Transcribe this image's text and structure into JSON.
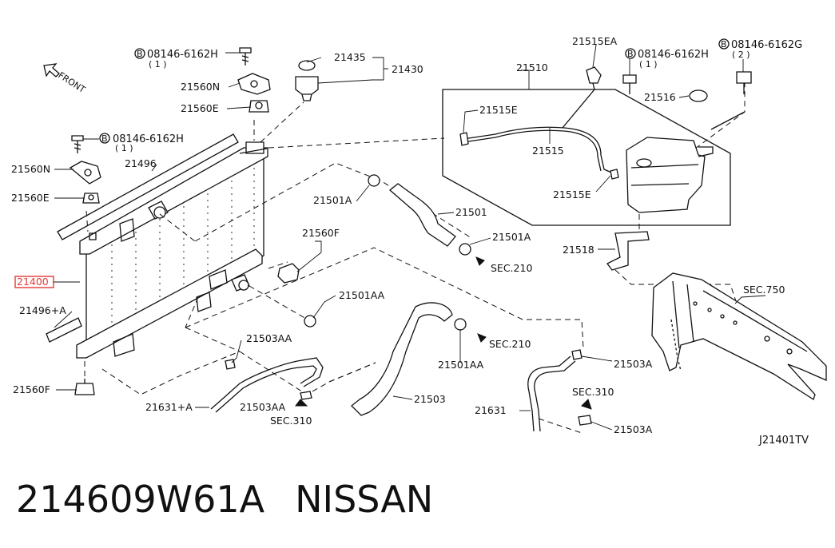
{
  "callouts": [
    {
      "id": "p21400",
      "text": "21400",
      "highlight": true
    },
    {
      "id": "p21496",
      "text": "21496"
    },
    {
      "id": "p21496a",
      "text": "21496+A"
    },
    {
      "id": "p21560n_l",
      "text": "21560N"
    },
    {
      "id": "p21560e_l",
      "text": "21560E"
    },
    {
      "id": "p21560f_l",
      "text": "21560F"
    },
    {
      "id": "p21560n_t",
      "text": "21560N"
    },
    {
      "id": "p21560e_t",
      "text": "21560E"
    },
    {
      "id": "p21560f_m",
      "text": "21560F"
    },
    {
      "id": "p21435",
      "text": "21435"
    },
    {
      "id": "p21430",
      "text": "21430"
    },
    {
      "id": "p21501a_t",
      "text": "21501A"
    },
    {
      "id": "p21501",
      "text": "21501"
    },
    {
      "id": "p21501a_m",
      "text": "21501A"
    },
    {
      "id": "p21501aa_t",
      "text": "21501AA"
    },
    {
      "id": "p21501aa_b",
      "text": "21501AA"
    },
    {
      "id": "p21503",
      "text": "21503"
    },
    {
      "id": "p21503aa_t",
      "text": "21503AA"
    },
    {
      "id": "p21503aa_b",
      "text": "21503AA"
    },
    {
      "id": "p21631a",
      "text": "21631+A"
    },
    {
      "id": "p21631",
      "text": "21631"
    },
    {
      "id": "p21503a_t",
      "text": "21503A"
    },
    {
      "id": "p21503a_b",
      "text": "21503A"
    },
    {
      "id": "p21510",
      "text": "21510"
    },
    {
      "id": "p21515ea",
      "text": "21515EA"
    },
    {
      "id": "p21515e_t",
      "text": "21515E"
    },
    {
      "id": "p21515",
      "text": "21515"
    },
    {
      "id": "p21515e_b",
      "text": "21515E"
    },
    {
      "id": "p21516",
      "text": "21516"
    },
    {
      "id": "p21518",
      "text": "21518"
    },
    {
      "id": "sec750",
      "text": "SEC.750"
    },
    {
      "id": "sec210_t",
      "text": "SEC.210"
    },
    {
      "id": "sec210_b",
      "text": "SEC.210"
    },
    {
      "id": "sec310_b",
      "text": "SEC.310"
    },
    {
      "id": "sec310_r",
      "text": "SEC.310"
    },
    {
      "id": "front",
      "text": "FRONT"
    }
  ],
  "bolts": [
    {
      "id": "bolt_tl",
      "marker": "B",
      "code": "08146-6162H",
      "qty": "( 1 )"
    },
    {
      "id": "bolt_l",
      "marker": "B",
      "code": "08146-6162H",
      "qty": "( 1 )"
    },
    {
      "id": "bolt_tr",
      "marker": "B",
      "code": "08146-6162H",
      "qty": "( 1 )"
    },
    {
      "id": "bolt_fr",
      "marker": "B",
      "code": "08146-6162G",
      "qty": "( 2 )"
    }
  ],
  "figure_code": "J21401TV",
  "footer": {
    "part_number": "214609W61A",
    "brand": "NISSAN"
  },
  "colors": {
    "highlight": "#e53935",
    "ink": "#111111"
  }
}
